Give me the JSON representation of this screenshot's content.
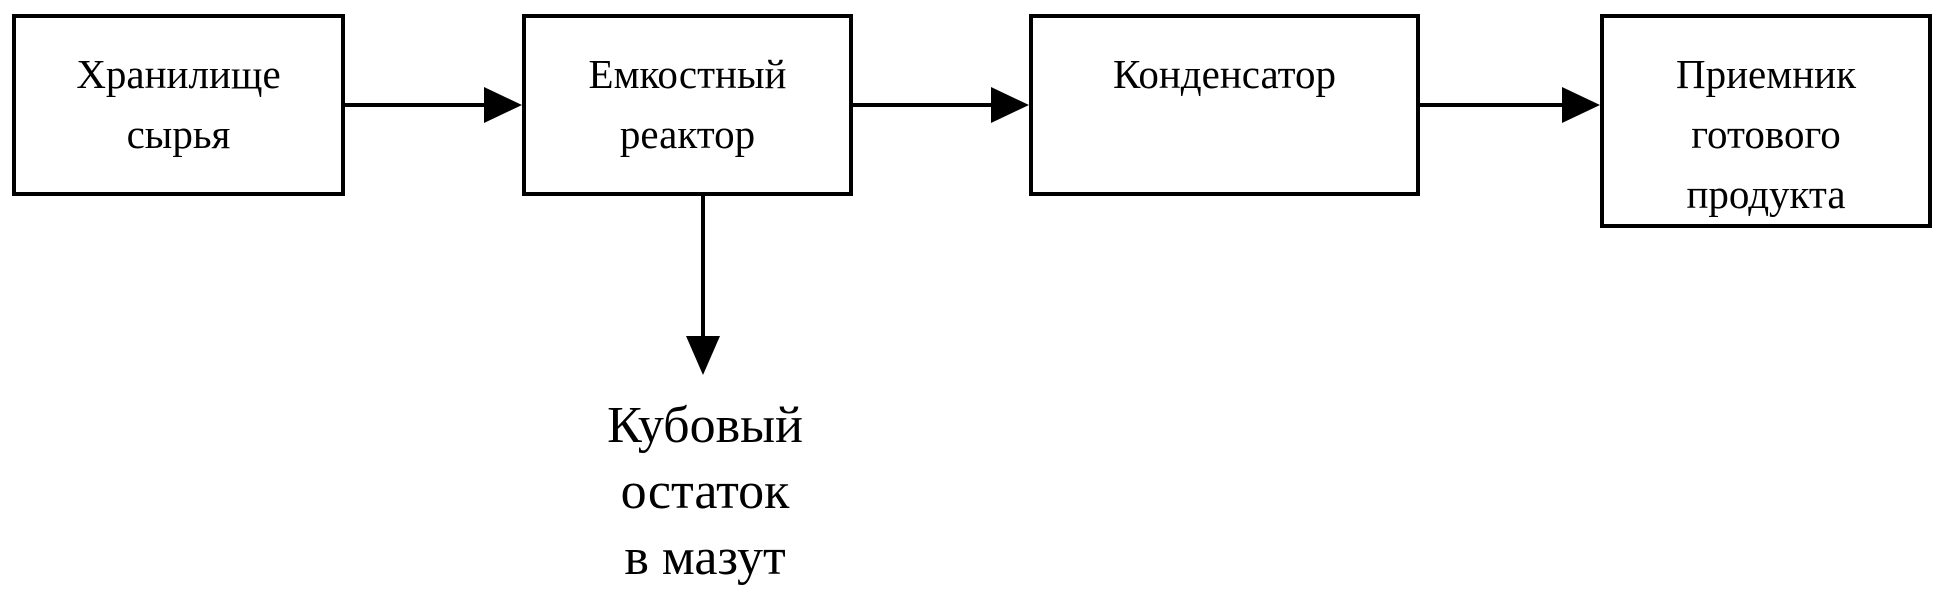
{
  "diagram": {
    "nodes": [
      {
        "id": "storage",
        "lines": [
          "Хранилище",
          "сырья"
        ]
      },
      {
        "id": "reactor",
        "lines": [
          "Емкостный",
          "реактор"
        ]
      },
      {
        "id": "condenser",
        "lines": [
          "Конденсатор"
        ]
      },
      {
        "id": "receiver",
        "lines": [
          "Приемник",
          "готового",
          "продукта"
        ]
      }
    ],
    "output": {
      "id": "residue",
      "lines": [
        "Кубовый",
        "остаток",
        "в мазут"
      ]
    },
    "edges": [
      {
        "from": "storage",
        "to": "reactor"
      },
      {
        "from": "reactor",
        "to": "condenser"
      },
      {
        "from": "condenser",
        "to": "receiver"
      },
      {
        "from": "reactor",
        "to": "residue"
      }
    ],
    "colors": {
      "stroke": "#000000",
      "background": "#ffffff"
    }
  }
}
